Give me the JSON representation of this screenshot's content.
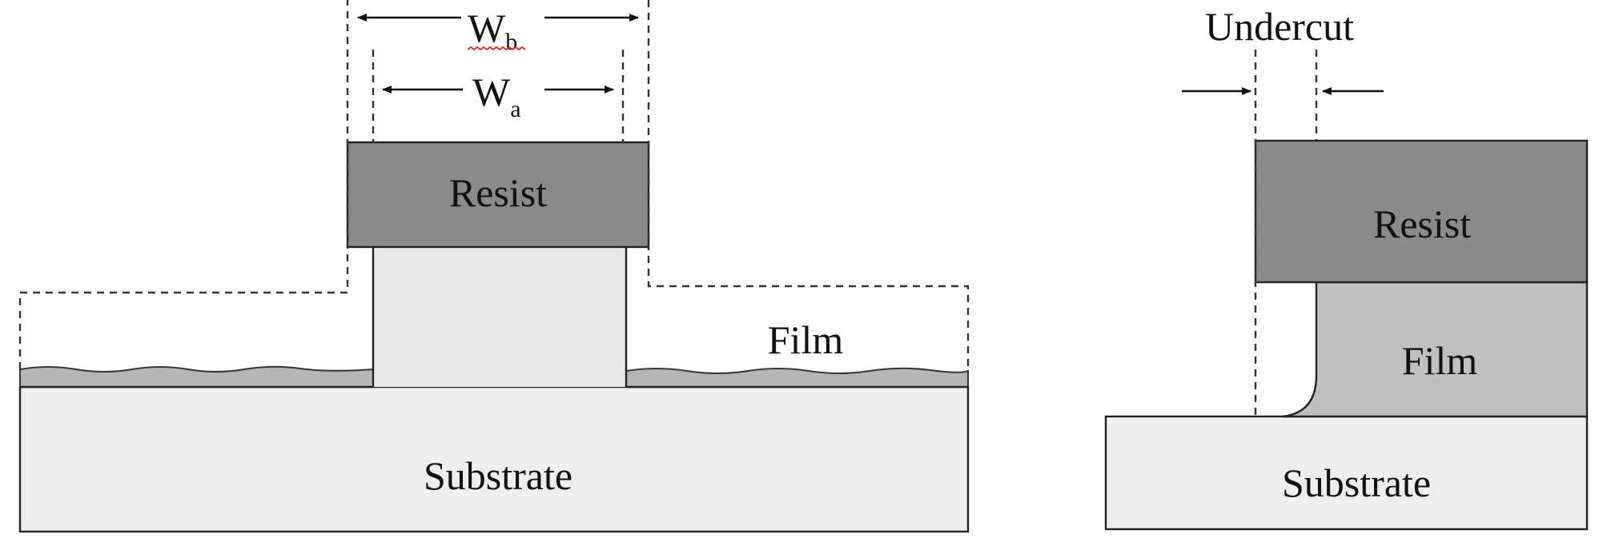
{
  "left": {
    "wb_label": "W",
    "wb_sub": "b",
    "wa_label": "W",
    "wa_sub": "a",
    "resist_label": "Resist",
    "film_label": "Film",
    "substrate_label": "Substrate"
  },
  "right": {
    "undercut_label": "Undercut",
    "resist_label": "Resist",
    "film_label": "Film",
    "substrate_label": "Substrate"
  },
  "colors": {
    "resist": "#8a8a8a",
    "film_left": "#e8e8e8",
    "film_right": "#c0c0c0",
    "substrate": "#eeeeee",
    "film_residue": "#b5b5b5",
    "spellcheck_underline": "#e0261f"
  }
}
